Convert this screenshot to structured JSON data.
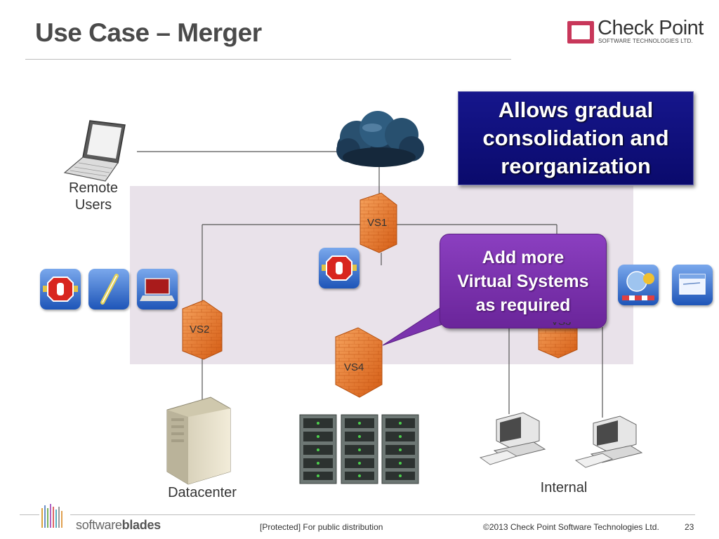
{
  "slide": {
    "title": "Use Case – Merger",
    "page_number": "23"
  },
  "logo": {
    "name": "Check Point",
    "subtitle": "SOFTWARE TECHNOLOGIES LTD."
  },
  "callouts": {
    "gradual": [
      "Allows gradual",
      "consolidation and",
      "reorganization"
    ],
    "add_vs": [
      "Add more",
      "Virtual Systems",
      "as required"
    ]
  },
  "nodes": {
    "remote_users": [
      "Remote",
      "Users"
    ],
    "datacenter": "Datacenter",
    "internal": "Internal",
    "vs1": "VS1",
    "vs2": "VS2",
    "vs3": "VS3",
    "vs4": "VS4"
  },
  "icons": {
    "left_blades": [
      "firewall-blade-icon",
      "pen-blade-icon",
      "laptop-blade-icon"
    ],
    "center_blade": "firewall-blade-icon",
    "right_blades": [
      "url-filtering-blade-icon",
      "application-control-blade-icon"
    ]
  },
  "footer": {
    "brand_light": "software",
    "brand_bold": "blades",
    "classification": "[Protected] For public distribution",
    "copyright": "©2013 Check Point Software Technologies Ltd."
  },
  "colors": {
    "callout_blue": "#0e0e7a",
    "callout_purple": "#7a33ad",
    "firewall_orange": "#e8772c",
    "zone_lavender": "#e9e2ea",
    "title_gray": "#4a4a4a"
  }
}
